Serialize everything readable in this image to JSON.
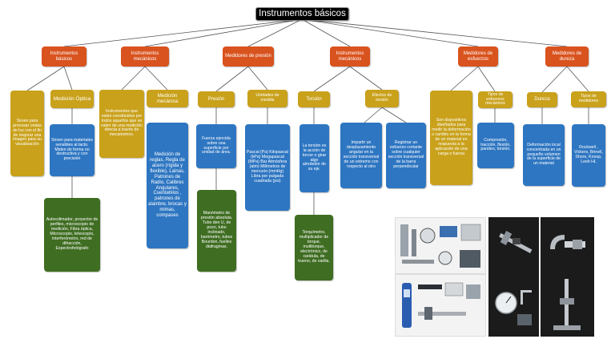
{
  "title": "Instrumentos básicos",
  "colors": {
    "title": "#000000",
    "category": "#d9531e",
    "gold": "#c9a11b",
    "blue": "#2e76c2",
    "green": "#3f6d22"
  },
  "categories": [
    {
      "label": "Instrumentos básicos",
      "children": [
        {
          "label": "Sirven para procesar ondas de luz con el fin de mejorar una imagen para su visualización"
        },
        {
          "label": "Medición Óptica",
          "detail": "Sirven para materiales sensibles al tacto. Miden de forma no destructiva y con precisión",
          "examples": "Autocolimador, proyector de perfiles, microscopio de medición, Fibra óptica, Microscopio, telescopio, interferómetro, red de difracción, Espectrofotógrafo"
        }
      ]
    },
    {
      "label": "Instrumentos mecánicos",
      "children": [
        {
          "label": "Instrumentos que están constituidos por todos aquellos que se valen de una medición directa a través de mecanismos."
        },
        {
          "label": "Medición mecánica",
          "detail": "Medición de reglas, Regla de acero (rígida y flexible), Lainas, Patrones de Radio, Calibres Angulares, Cuentahilos , patrones de alambre, brocas y mimas, compases"
        }
      ]
    },
    {
      "label": "Medidores de presión",
      "children": [
        {
          "label": "Presión",
          "detail": "Fuerza ejercida sobre una superficie por unidad de área.",
          "examples": "Manómetro de presión absoluta. Tubo den U, de pozo, tubo inclinado, barómetro, tubos Bourdon, fuelles diafragmas."
        },
        {
          "label": "Unidades de medida",
          "detail": "Pascal (Pa) Kilopascal (kPa) Megapascal (MPa) Bar Atmósfera (atm) Milímetros de mercurio (mmHg) Libra por pulgada cuadrada (psi)"
        }
      ]
    },
    {
      "label": "Instrumentos mecánicos",
      "children": [
        {
          "label": "Torsión",
          "detail": "La torsión es la acción de torcer o girar algo alrededor de su eje.",
          "examples": "Torquímetro, multiplicador de torque, multitorque, electrónico, de carátula, de trueno, de varilla."
        },
        {
          "label": "Efectos de torsión",
          "details": [
            "Impartir un desplazamiento angular en la sección transversal de un extremo con respecto al otro",
            "Registrar un esfuerzo cortante sobre cualquier sección transversal de la barra perpendicular"
          ]
        }
      ]
    },
    {
      "label": "Medidores de esfuerzos",
      "children": [
        {
          "label": "Son dispositivos diseñados para medir la deformación o cambio en la forma de un material en respuesta a la aplicación de una carga o fuerza"
        },
        {
          "label": "Tipos de esfuerzos mecánicos",
          "detail": "Compresión, tracción, flexión, pandeo, torsión."
        }
      ]
    },
    {
      "label": "Medidores de dureza",
      "children": [
        {
          "label": "Dureza",
          "detail": "Deformación local concentrada en un pequeño volumen de la superficie de un material"
        },
        {
          "label": "Tipos de medidores",
          "detail": "Rockwell , Vickers, Brinell, Shore, Knoop, Leeb HL"
        }
      ]
    }
  ]
}
